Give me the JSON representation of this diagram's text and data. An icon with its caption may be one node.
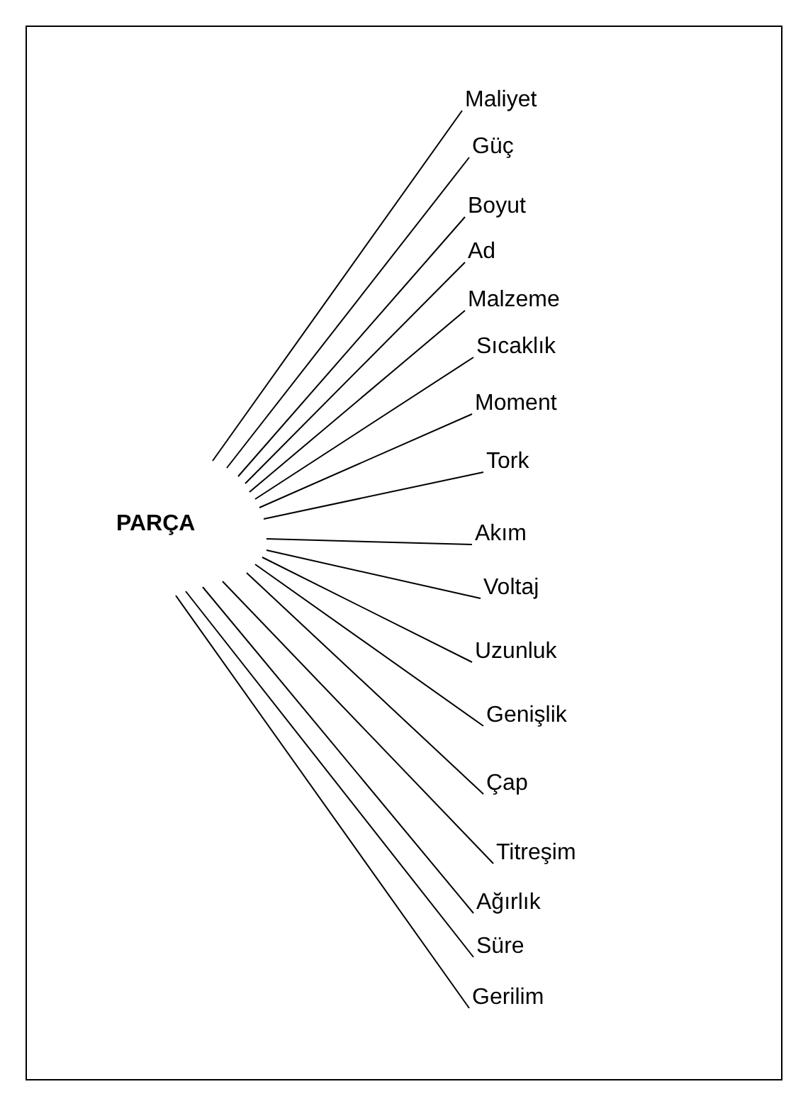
{
  "diagram": {
    "nodes": [
      {
        "text": [
          "PARÇA"
        ]
      },
      {
        "text": [
          "Maliyet"
        ]
      },
      {
        "text": [
          "Güç"
        ]
      },
      {
        "text": [
          "Boyut"
        ]
      },
      {
        "text": [
          "Ad"
        ]
      },
      {
        "text": [
          "Malzeme"
        ]
      },
      {
        "text": [
          "Sıcaklık"
        ]
      },
      {
        "text": [
          "Moment"
        ]
      },
      {
        "text": [
          "Tork"
        ]
      },
      {
        "text": [
          "Akım"
        ]
      },
      {
        "text": [
          "Voltaj"
        ]
      },
      {
        "text": [
          "Uzunluk"
        ]
      },
      {
        "text": [
          "Genişlik"
        ]
      },
      {
        "text": [
          "Çap"
        ]
      },
      {
        "text": [
          "Titreşim"
        ]
      },
      {
        "text": [
          "Ağırlık"
        ]
      },
      {
        "text": [
          "Süre"
        ]
      },
      {
        "text": [
          "Gerilim"
        ]
      }
    ],
    "edges": [
      {
        "from": 0,
        "to": 1,
        "arrow": "none"
      },
      {
        "from": 0,
        "to": 2,
        "arrow": "none"
      },
      {
        "from": 0,
        "to": 3,
        "arrow": "none"
      },
      {
        "from": 0,
        "to": 4,
        "arrow": "none"
      },
      {
        "from": 0,
        "to": 5,
        "arrow": "none"
      },
      {
        "from": 0,
        "to": 6,
        "arrow": "none"
      },
      {
        "from": 0,
        "to": 7,
        "arrow": "none"
      },
      {
        "from": 0,
        "to": 8,
        "arrow": "none"
      },
      {
        "from": 0,
        "to": 9,
        "arrow": "none"
      },
      {
        "from": 0,
        "to": 10,
        "arrow": "none"
      },
      {
        "from": 0,
        "to": 11,
        "arrow": "none"
      },
      {
        "from": 0,
        "to": 12,
        "arrow": "none"
      },
      {
        "from": 0,
        "to": 13,
        "arrow": "none"
      },
      {
        "from": 0,
        "to": 14,
        "arrow": "none"
      },
      {
        "from": 0,
        "to": 15,
        "arrow": "none"
      },
      {
        "from": 0,
        "to": 16,
        "arrow": "none"
      },
      {
        "from": 0,
        "to": 17,
        "arrow": "none"
      }
    ]
  }
}
